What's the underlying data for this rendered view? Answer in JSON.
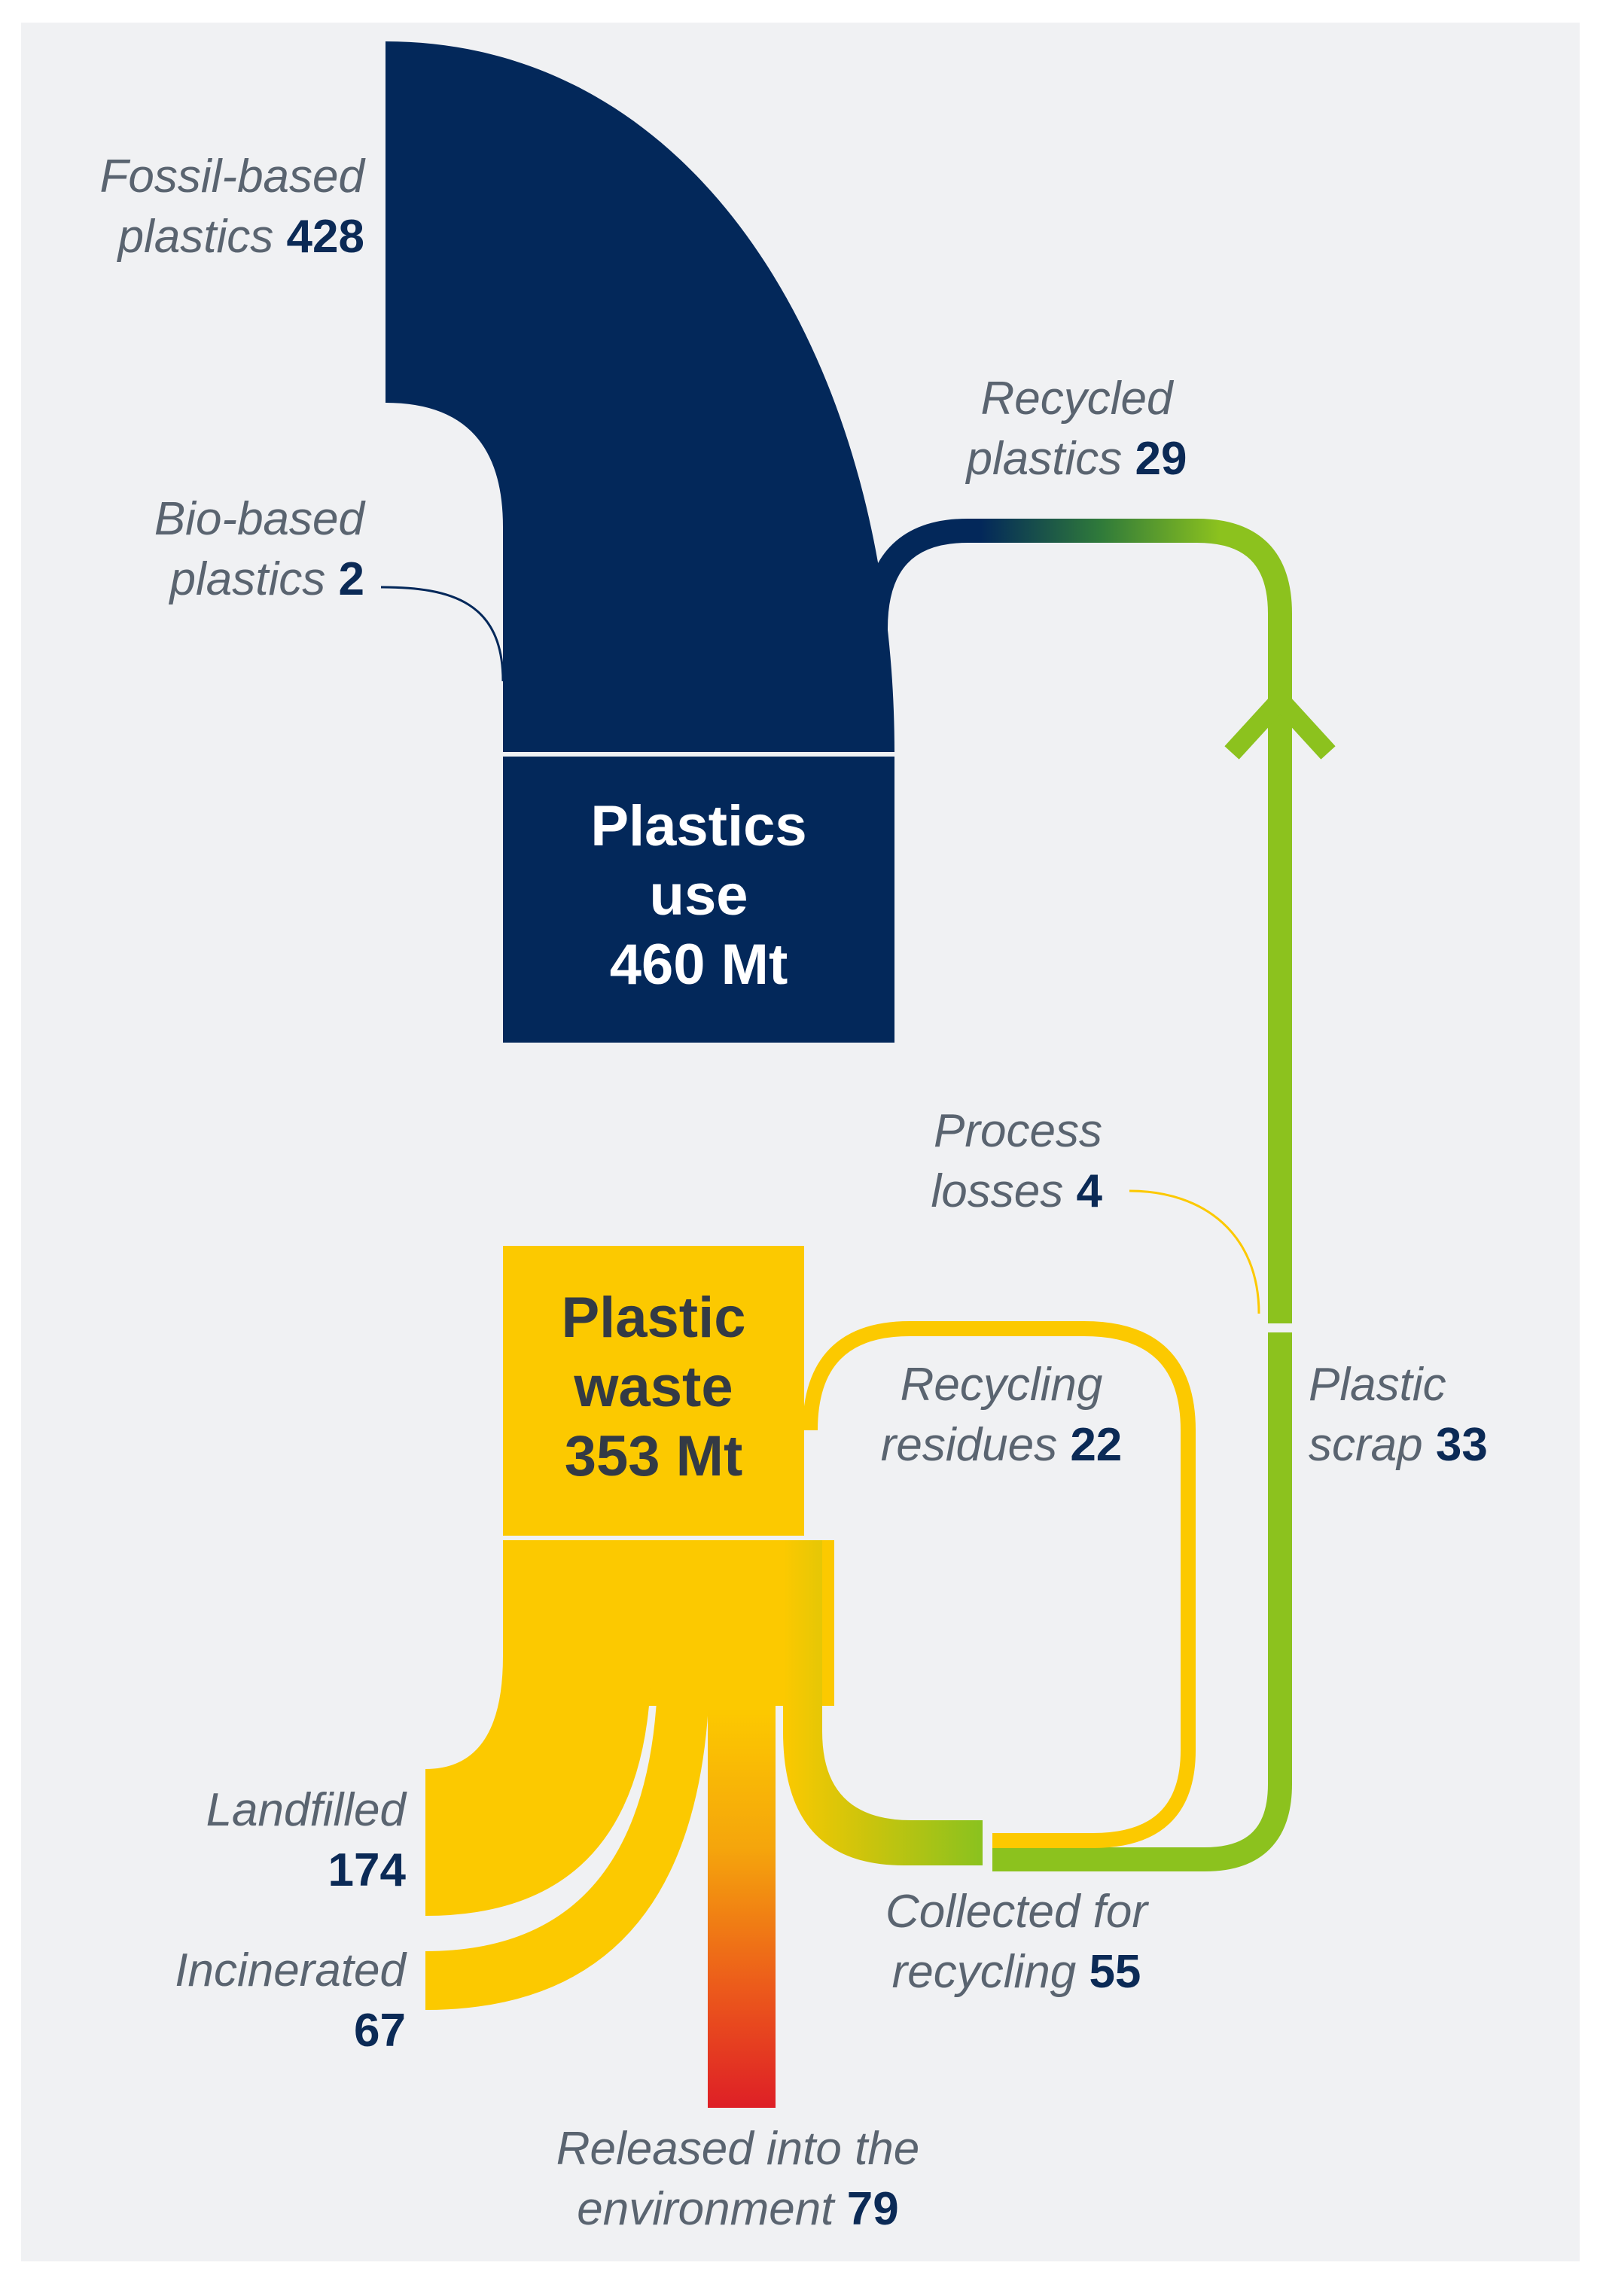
{
  "colors": {
    "navy": "#03285a",
    "yellow": "#fcc900",
    "green": "#8cc21e",
    "red": "#de1f26",
    "orange": "#f39a10",
    "label_grey": "#5a6470",
    "value_navy": "#0b2a56",
    "background": "#f0f1f3"
  },
  "nodes": {
    "use": {
      "title_line1": "Plastics",
      "title_line2": "use",
      "title_line3": "460 Mt"
    },
    "waste": {
      "title_line1": "Plastic",
      "title_line2": "waste",
      "title_line3": "353 Mt"
    }
  },
  "flows": {
    "fossil": {
      "line1": "Fossil-based",
      "line2": "plastics",
      "value": "428"
    },
    "bio": {
      "line1": "Bio-based",
      "line2": "plastics",
      "value": "2"
    },
    "recycled": {
      "line1": "Recycled",
      "line2": "plastics",
      "value": "29"
    },
    "process_losses": {
      "line1": "Process",
      "line2": "losses",
      "value": "4"
    },
    "residues": {
      "line1": "Recycling",
      "line2": "residues",
      "value": "22"
    },
    "scrap": {
      "line1": "Plastic",
      "line2": "scrap",
      "value": "33"
    },
    "collected": {
      "line1": "Collected for",
      "line2": "recycling",
      "value": "55"
    },
    "landfilled": {
      "line1": "Landfilled",
      "value": "174"
    },
    "incinerated": {
      "line1": "Incinerated",
      "value": "67"
    },
    "released": {
      "line1": "Released into the",
      "line2": "environment",
      "value": "79"
    }
  }
}
